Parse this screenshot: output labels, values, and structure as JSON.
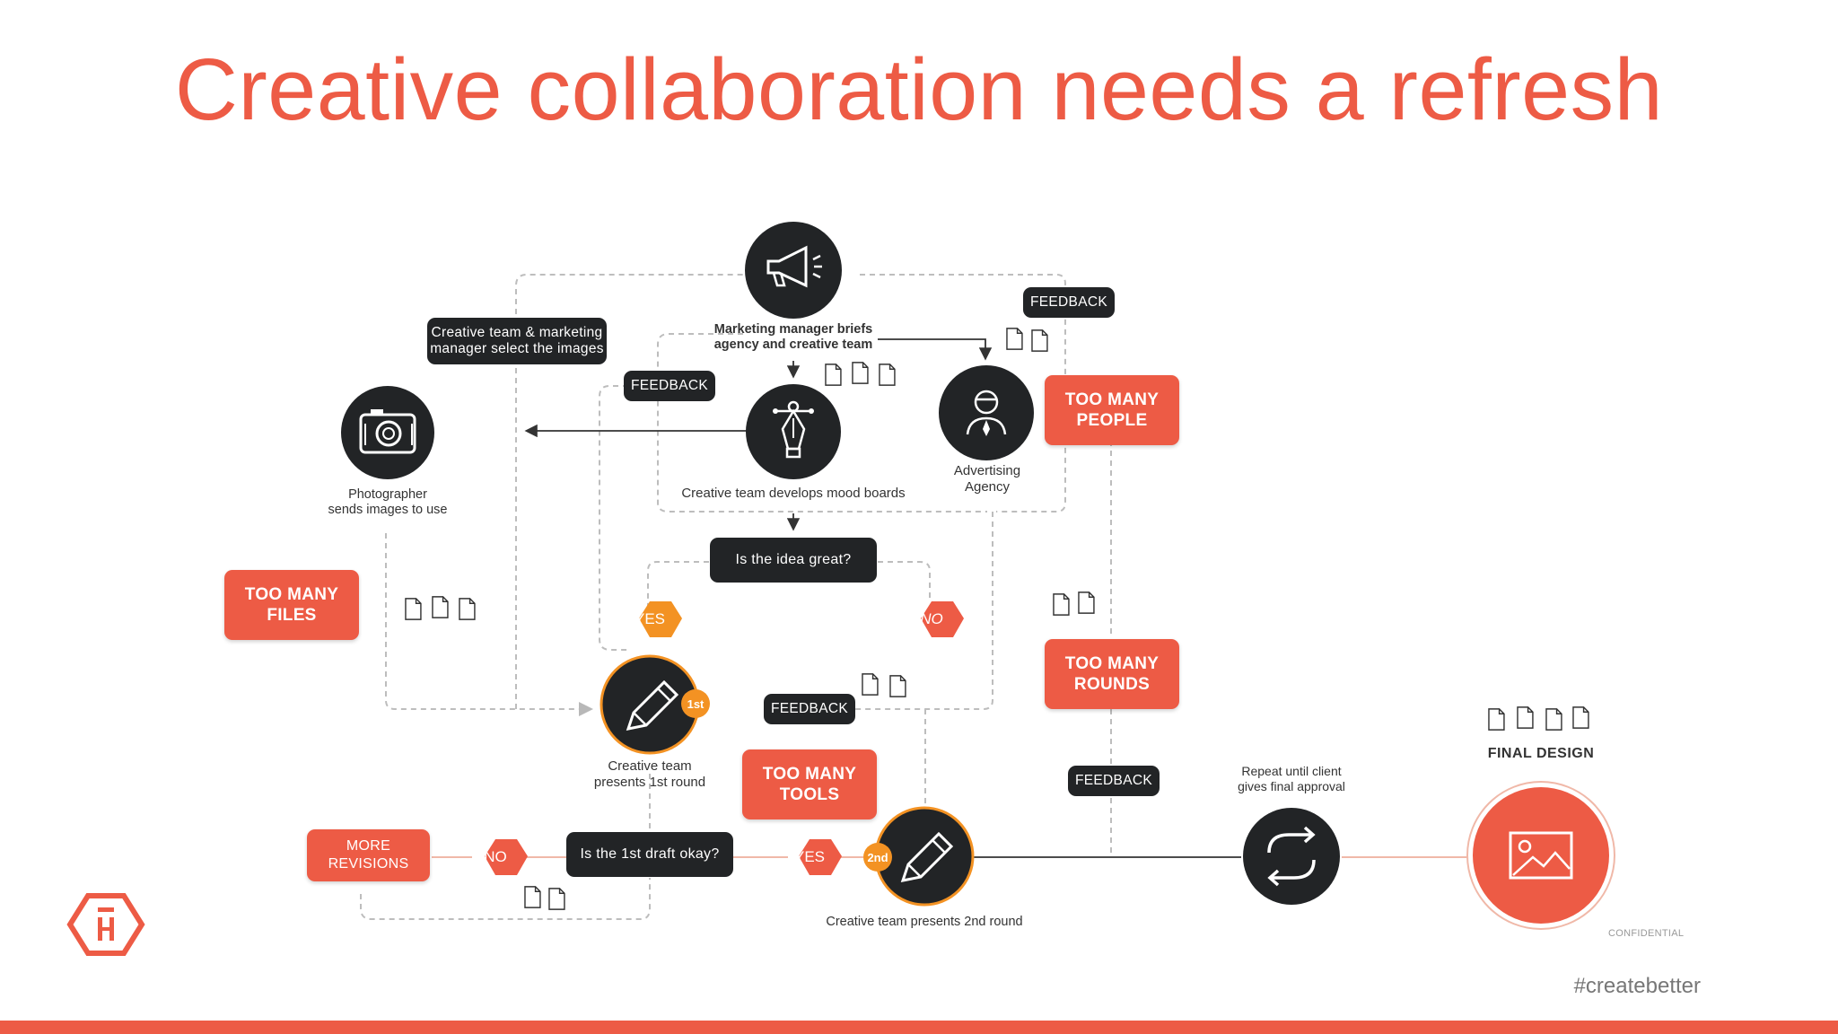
{
  "title": "Creative collaboration needs a refresh",
  "hashtag": "#createbetter",
  "confidential": "CONFIDENTIAL",
  "colors": {
    "accent": "#ed5b45",
    "dark": "#222426",
    "hexagon": "#f39223",
    "line": "#b8b8b8"
  },
  "nodes": {
    "marketing_manager": {
      "icon": "megaphone-icon",
      "caption_line1": "Marketing manager briefs",
      "caption_line2": "agency and creative team"
    },
    "photographer": {
      "icon": "camera-icon",
      "caption_line1": "Photographer",
      "caption_line2": "sends images to use"
    },
    "mood_boards": {
      "icon": "pen-nib-icon",
      "caption": "Creative team develops mood boards"
    },
    "agency": {
      "icon": "advertiser-person-icon",
      "caption_line1": "Advertising",
      "caption_line2": "Agency"
    },
    "first_round": {
      "icon": "pencil-icon",
      "badge": "1st",
      "caption_line1": "Creative team",
      "caption_line2": "presents 1st round"
    },
    "second_round": {
      "icon": "pencil-icon",
      "badge": "2nd",
      "caption": "Creative team presents 2nd round"
    },
    "repeat": {
      "icon": "repeat-arrows-icon",
      "caption_line1": "Repeat until client",
      "caption_line2": "gives final approval"
    },
    "final_design": {
      "icon": "image-icon",
      "label": "FINAL DESIGN"
    }
  },
  "pills": {
    "select_images_line1": "Creative team & marketing",
    "select_images_line2": "manager select the images",
    "feedback_top": "FEEDBACK",
    "feedback_left": "FEEDBACK",
    "feedback_mid": "FEEDBACK",
    "feedback_right": "FEEDBACK",
    "idea_great": "Is the idea great?",
    "first_draft": "Is the 1st draft okay?"
  },
  "warnings": {
    "too_many_people_line1": "TOO MANY",
    "too_many_people_line2": "PEOPLE",
    "too_many_files_line1": "TOO MANY",
    "too_many_files_line2": "FILES",
    "too_many_rounds_line1": "TOO MANY",
    "too_many_rounds_line2": "ROUNDS",
    "too_many_tools_line1": "TOO MANY",
    "too_many_tools_line2": "TOOLS",
    "more_revisions_line1": "MORE",
    "more_revisions_line2": "REVISIONS"
  },
  "hexagons": {
    "yes_top": "YES",
    "no_top": "NO",
    "no_bottom": "NO",
    "yes_bottom": "YES"
  },
  "file_icons": [
    "edit-doc-icon",
    "image-doc-icon",
    "pdf-doc-icon",
    "video-doc-icon",
    "png-doc-icon"
  ],
  "logo": {
    "icon": "hive-logo-icon",
    "letter": "H"
  }
}
